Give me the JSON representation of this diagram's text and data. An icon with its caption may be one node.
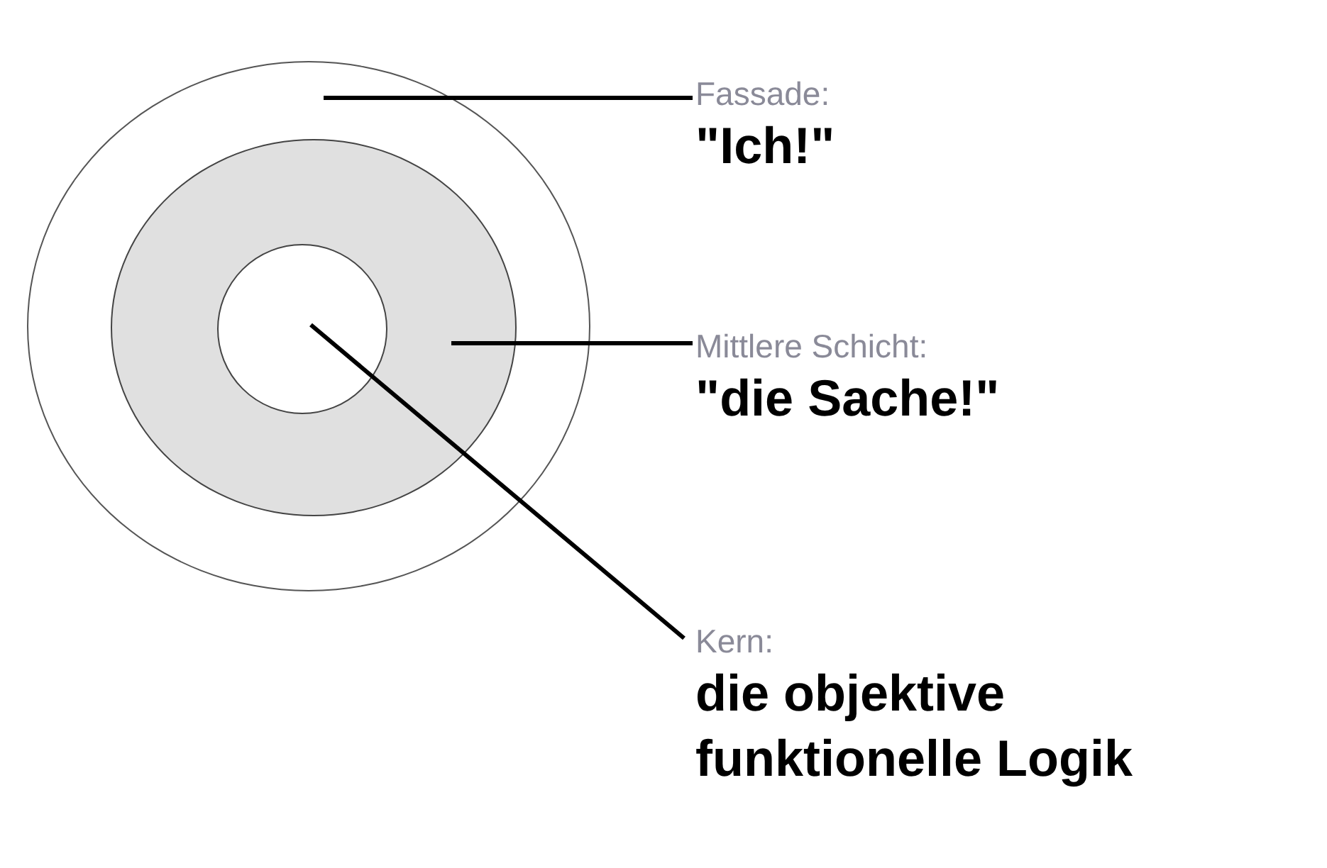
{
  "diagram": {
    "nodes": [
      {
        "text": [],
        "shape": "circle"
      },
      {
        "text": [],
        "shape": "circle",
        "in": 0
      },
      {
        "text": [],
        "shape": "circle",
        "in": 1
      },
      {
        "text": [
          "Fassade:",
          "\"Ich!\""
        ]
      },
      {
        "text": [
          "Mittlere Schicht:",
          "\"die Sache!\""
        ]
      },
      {
        "text": [
          "Kern:",
          "die objektive funktionelle Logik"
        ]
      }
    ],
    "edges": [
      {
        "from": 3,
        "to": 0,
        "arrow": "none"
      },
      {
        "from": 4,
        "to": 1,
        "arrow": "none"
      },
      {
        "from": 5,
        "to": 2,
        "arrow": "none"
      }
    ]
  }
}
